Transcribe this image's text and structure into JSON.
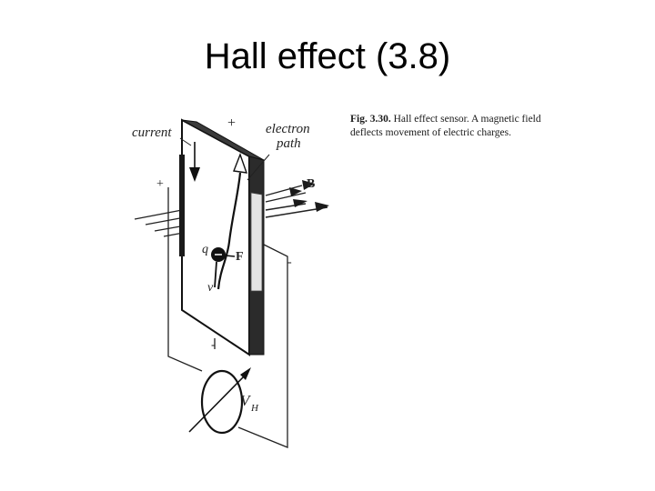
{
  "slide": {
    "title": "Hall effect (3.8)"
  },
  "caption": {
    "fig_label": "Fig. 3.30.",
    "text": "Hall effect sensor. A magnetic field deflects movement of electric charges."
  },
  "diagram": {
    "labels": {
      "current": "current",
      "electron_line1": "electron",
      "electron_line2": "path",
      "plus_top": "+",
      "plus_left": "+",
      "minus_right": "-",
      "minus_bottom": "-",
      "b_field": "B",
      "charge": "q",
      "force": "F",
      "velocity": "v",
      "hall_voltage_v": "V",
      "hall_voltage_sub": "H"
    }
  }
}
